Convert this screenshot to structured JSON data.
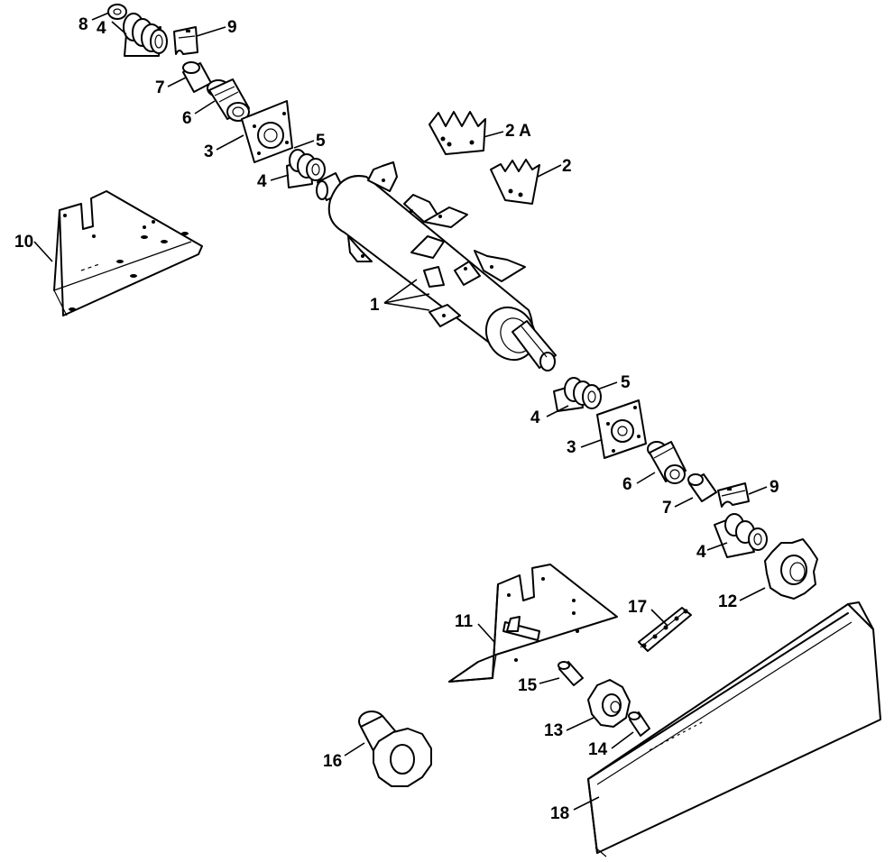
{
  "labels": {
    "l8": "8",
    "l4a": "4",
    "l9a": "9",
    "l7a": "7",
    "l6a": "6",
    "l3a": "3",
    "l5a": "5",
    "l4b": "4",
    "l2a": "2 A",
    "l2": "2",
    "l10": "10",
    "l1": "1",
    "l5b": "5",
    "l4c": "4",
    "l3b": "3",
    "l6b": "6",
    "l7b": "7",
    "l9b": "9",
    "l4d": "4",
    "l12": "12",
    "l17": "17",
    "l11": "11",
    "l15": "15",
    "l13": "13",
    "l14": "14",
    "l16": "16",
    "l18": "18"
  }
}
